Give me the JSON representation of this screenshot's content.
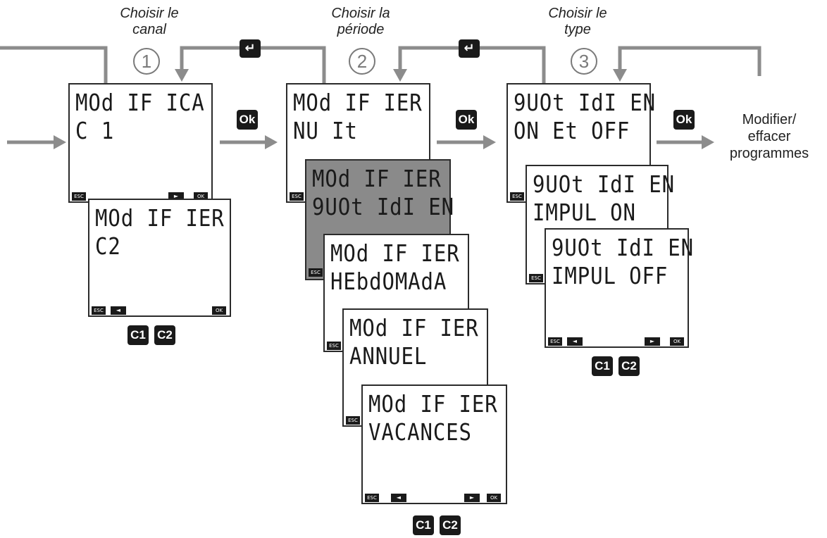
{
  "steps": [
    {
      "title": "Choisir le\ncanal",
      "number": "1"
    },
    {
      "title": "Choisir la\npériode",
      "number": "2"
    },
    {
      "title": "Choisir le\ntype",
      "number": "3"
    }
  ],
  "screens": {
    "s1a": {
      "line1": "MOd IF ICA",
      "line2": "C 1"
    },
    "s1b": {
      "line1": "MOd IF IER",
      "line2": "C2"
    },
    "s2a": {
      "line1": "MOd IF IER",
      "line2": "NU It"
    },
    "s2b": {
      "line1": "MOd IF IER",
      "line2": "9UOt IdI EN"
    },
    "s2c": {
      "line1": "MOd IF IER",
      "line2": "HEbdOMAdA"
    },
    "s2d": {
      "line1": "MOd IF IER",
      "line2": "ANNUEL"
    },
    "s2e": {
      "line1": "MOd IF IER",
      "line2": "VACANCES"
    },
    "s3a": {
      "line1": "9UOt IdI EN",
      "line2": "ON Et OFF"
    },
    "s3b": {
      "line1": "9UOt IdI EN",
      "line2": "IMPUL ON"
    },
    "s3c": {
      "line1": "9UOt IdI EN",
      "line2": "IMPUL OFF"
    }
  },
  "buttons": {
    "esc": "ESC",
    "ok": "OK",
    "left": "◄",
    "right": "►"
  },
  "ok_badge": "Ok",
  "enter_symbol": "↵",
  "channel_badges": [
    "C1",
    "C2"
  ],
  "final_label": "Modifier/\neffacer\nprogrammes",
  "colors": {
    "line": "#8c8c8c",
    "badge": "#1a1a1a",
    "dark_screen": "#8a8a8a"
  }
}
